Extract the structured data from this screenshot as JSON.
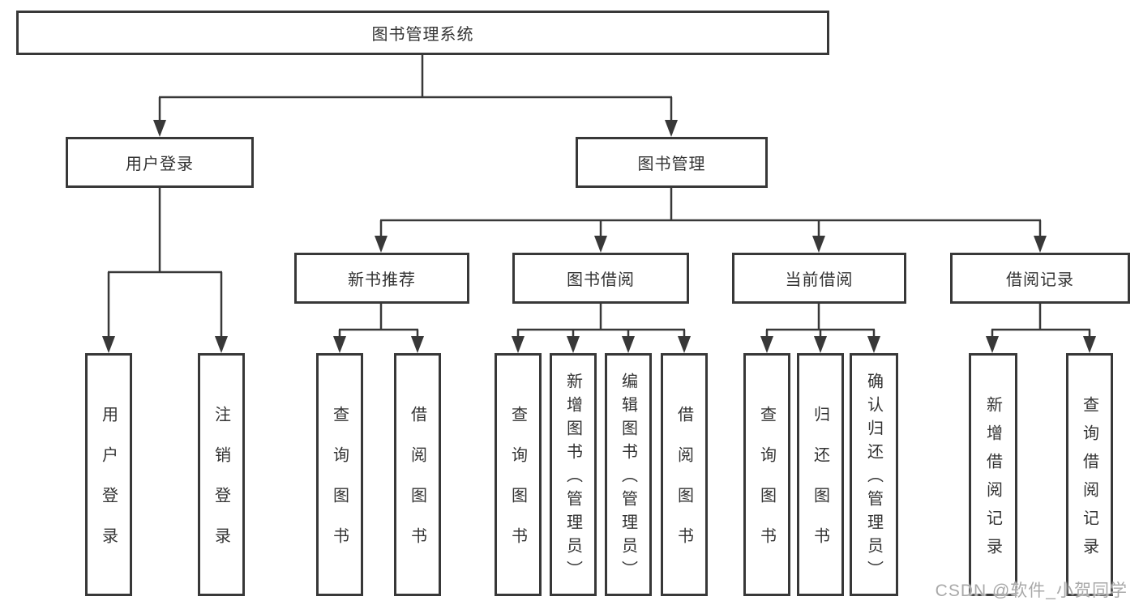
{
  "diagram_type": "tree",
  "tree": {
    "label": "图书管理系统",
    "children": [
      {
        "label": "用户登录",
        "children": [
          {
            "label": "用户登录"
          },
          {
            "label": "注销登录"
          }
        ]
      },
      {
        "label": "图书管理",
        "children": [
          {
            "label": "新书推荐",
            "children": [
              {
                "label": "查询图书"
              },
              {
                "label": "借阅图书"
              }
            ]
          },
          {
            "label": "图书借阅",
            "children": [
              {
                "label": "查询图书"
              },
              {
                "label": "新增图书（管理员）"
              },
              {
                "label": "编辑图书（管理员）"
              },
              {
                "label": "借阅图书"
              }
            ]
          },
          {
            "label": "当前借阅",
            "children": [
              {
                "label": "查询图书"
              },
              {
                "label": "归还图书"
              },
              {
                "label": "确认归还（管理员）"
              }
            ]
          },
          {
            "label": "借阅记录",
            "children": [
              {
                "label": "新增借阅记录"
              },
              {
                "label": "查询借阅记录"
              }
            ]
          }
        ]
      }
    ]
  },
  "watermark": {
    "text": "CSDN @软件_小贺同学"
  },
  "colors": {
    "line": "#383838",
    "box_border": "#383838",
    "text": "#333333",
    "background": "#ffffff",
    "watermark": "#a9a9a9"
  }
}
